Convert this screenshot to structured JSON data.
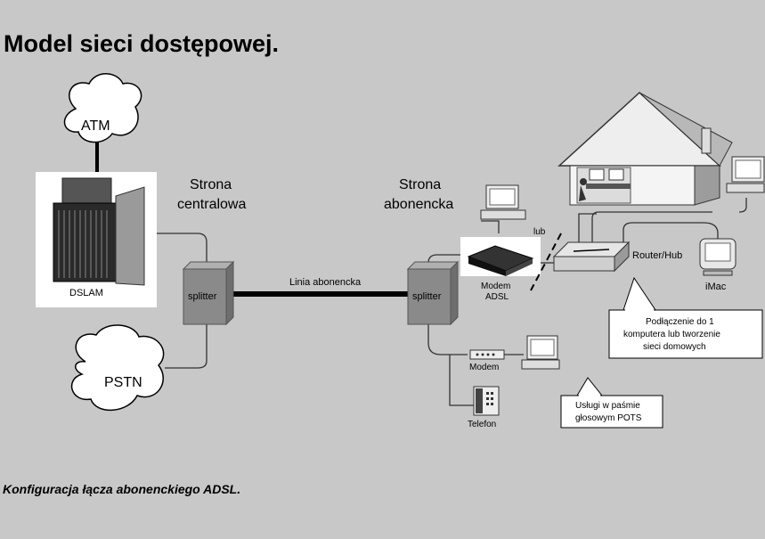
{
  "title": "Model sieci dostępowej.",
  "caption": "Konfiguracja łącza abonenckiego ADSL.",
  "clouds": {
    "atm": "ATM",
    "pstn": "PSTN"
  },
  "labels": {
    "dslam": "DSLAM",
    "side_central_1": "Strona",
    "side_central_2": "centralowa",
    "side_subscriber_1": "Strona",
    "side_subscriber_2": "abonencka",
    "splitter_left": "splitter",
    "splitter_right": "splitter",
    "line": "Linia abonencka",
    "adsl_modem_1": "Modem",
    "adsl_modem_2": "ADSL",
    "lub": "lub",
    "router": "Router/Hub",
    "imac": "iMac",
    "modem": "Modem",
    "phone": "Telefon"
  },
  "callouts": {
    "home_network": [
      "Podłączenie do 1",
      "komputera lub tworzenie",
      "sieci domowych"
    ],
    "pots": [
      "Usługi w paśmie",
      "głosowym POTS"
    ]
  },
  "colors": {
    "background": "#c8c8c8",
    "splitter": "#8a8a8a",
    "line": "#000000",
    "callout_bg": "#ffffff"
  }
}
